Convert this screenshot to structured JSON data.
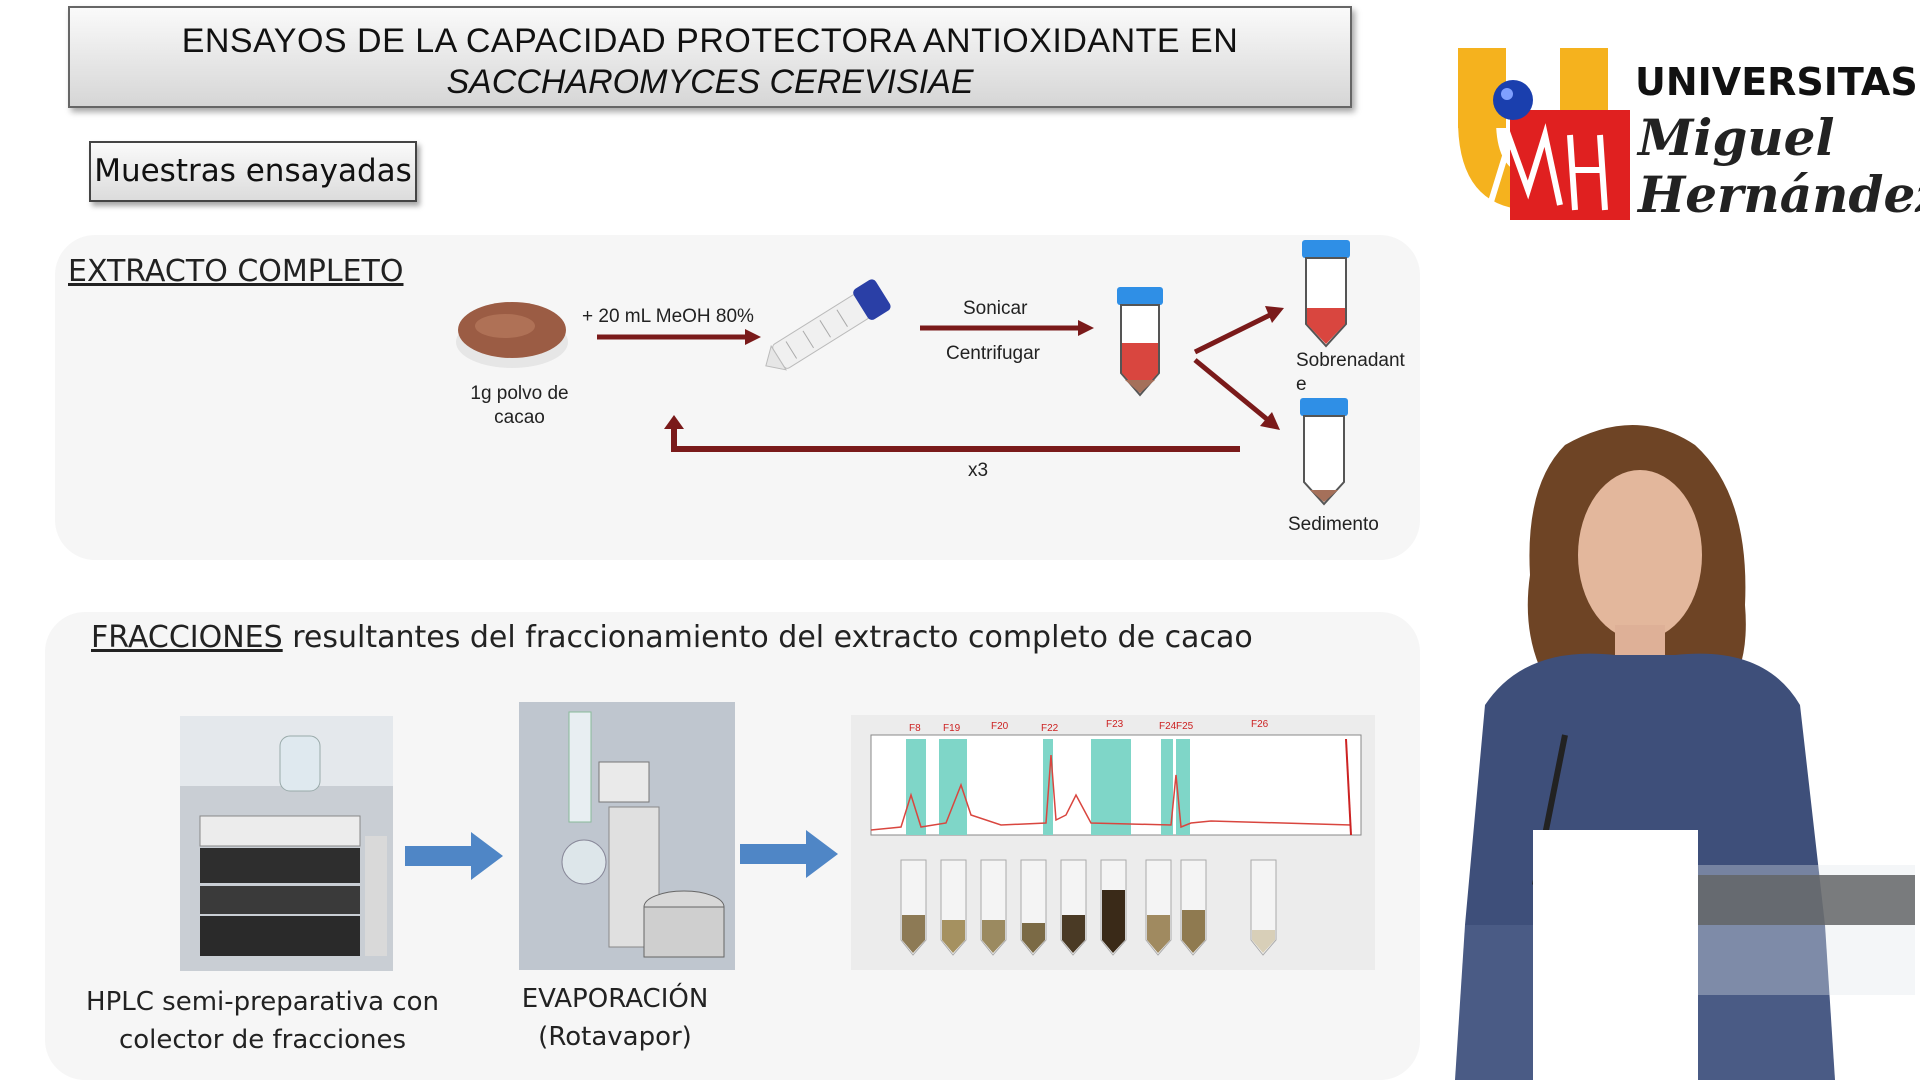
{
  "header": {
    "title_line1": "ENSAYOS DE LA CAPACIDAD PROTECTORA ANTIOXIDANTE EN",
    "title_line2": "SACCHAROMYCES CEREVISIAE"
  },
  "samples_label": "Muestras ensayadas",
  "logo": {
    "line1": "UNIVERSITAS",
    "line2": "Miguel",
    "line3": "Hernández"
  },
  "extracto": {
    "title": "EXTRACTO COMPLETO",
    "powder_label_1": "1g polvo de",
    "powder_label_2": "cacao",
    "reagent": "+ 20 mL MeOH 80%",
    "step1": "Sonicar",
    "step2": "Centrifugar",
    "supernatant_1": "Sobrenadant",
    "supernatant_2": "e",
    "sediment": "Sedimento",
    "repeat": "x3"
  },
  "fracciones": {
    "title_underlined": "FRACCIONES",
    "title_rest": " resultantes del fraccionamiento del extracto completo de cacao",
    "hplc_1": "HPLC semi-preparativa con",
    "hplc_2": "colector de fracciones",
    "evap_1": "EVAPORACIÓN",
    "evap_2": "(Rotavapor)",
    "fraction_labels": [
      "F8",
      "F19",
      "F20",
      "F22",
      "F23",
      "F24",
      "F25",
      "F26"
    ]
  },
  "colors": {
    "arrow_red": "#7a1a1a",
    "cap_blue": "#2f8fe6",
    "arrow_blue": "#4f86c6",
    "peak_band": "#7fd6c8"
  }
}
